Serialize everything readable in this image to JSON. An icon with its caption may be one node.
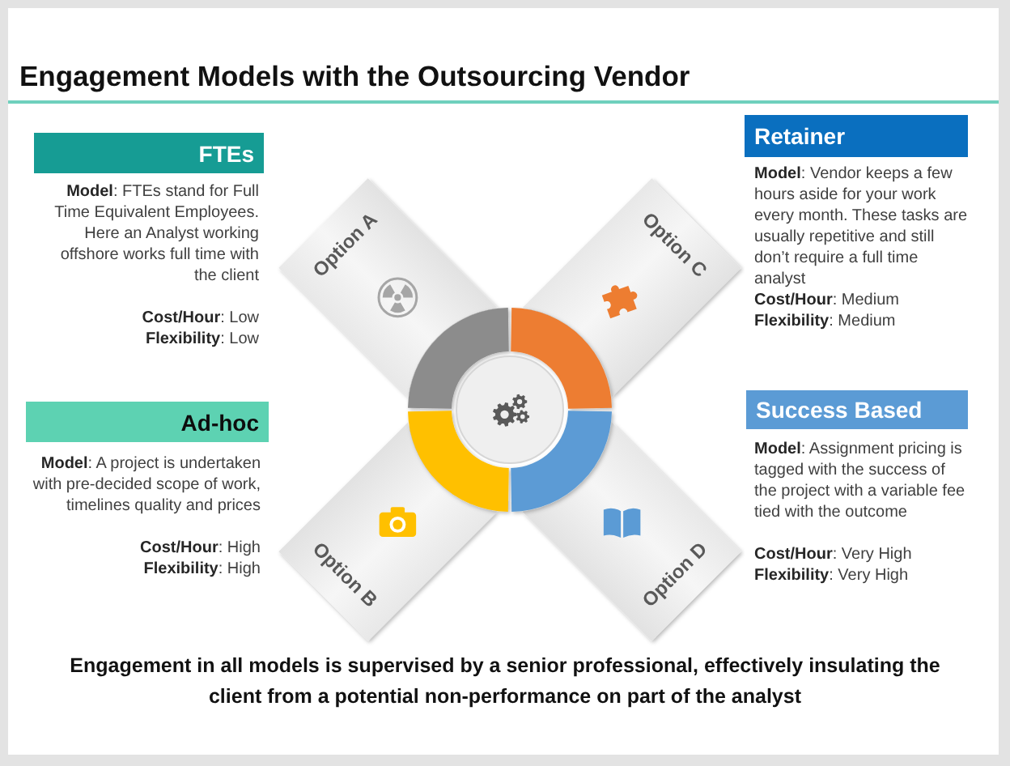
{
  "diagram": {
    "title": "Engagement Models with the Outsourcing Vendor",
    "caption": "Engagement in all models is supervised by a senior professional, effectively insulating the client from a potential non-performance on part of the analyst",
    "nodes": [
      {
        "text": [
          "FTEs"
        ],
        "beside": [
          "**Model**: FTEs stand for Full Time Equivalent Employees. Here an Analyst working offshore works full time with the client",
          "**Cost/Hour**: Low",
          "**Flexibility**: Low"
        ]
      },
      {
        "text": [
          "Option A"
        ]
      },
      {
        "text": [
          "Option C"
        ]
      },
      {
        "text": [
          "Retainer"
        ],
        "beside": [
          "**Model**: Vendor keeps a few hours aside for your work every month. These tasks are usually repetitive and still don’t require a full time analyst",
          "**Cost/Hour**: Medium",
          "**Flexibility**: Medium"
        ]
      },
      {
        "text": [
          "Ad-hoc"
        ],
        "beside": [
          "**Model**: A project is undertaken with pre-decided scope of work, timelines quality and prices",
          "**Cost/Hour**: High",
          "**Flexibility**: High"
        ]
      },
      {
        "text": [
          "Option B"
        ]
      },
      {
        "text": [
          "Option D"
        ]
      },
      {
        "text": [
          "Success Based"
        ],
        "beside": [
          "**Model**: Assignment pricing is tagged with the success of the project with a variable fee tied with the outcome",
          "**Cost/Hour**: Very High",
          "**Flexibility**: Very High"
        ]
      }
    ]
  }
}
